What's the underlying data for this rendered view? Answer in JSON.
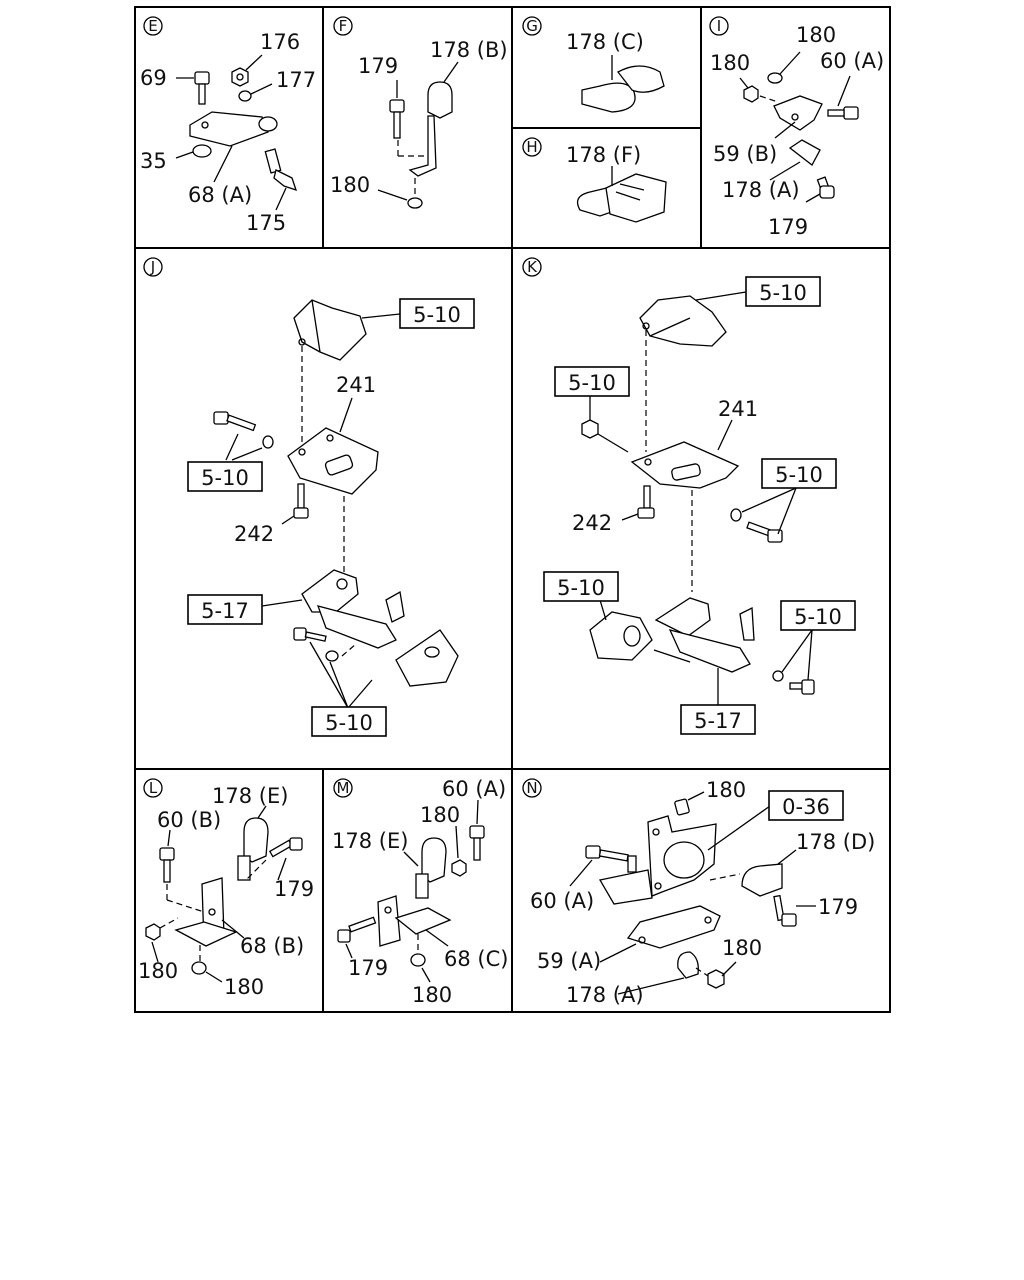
{
  "panels": {
    "E": {
      "letter": "E",
      "labels": {
        "l176": "176",
        "l69": "69",
        "l177": "177",
        "l35": "35",
        "l68a": "68 (A)",
        "l175": "175"
      }
    },
    "F": {
      "letter": "F",
      "labels": {
        "l179": "179",
        "l178b": "178 (B)",
        "l180": "180"
      }
    },
    "G": {
      "letter": "G",
      "labels": {
        "l178c": "178 (C)"
      }
    },
    "H": {
      "letter": "H",
      "labels": {
        "l178f": "178 (F)"
      }
    },
    "I": {
      "letter": "I",
      "labels": {
        "l180a": "180",
        "l180b": "180",
        "l60a": "60 (A)",
        "l59b": "59 (B)",
        "l178a": "178 (A)",
        "l179": "179"
      }
    },
    "J": {
      "letter": "J",
      "labels": {
        "l241": "241",
        "l242": "242"
      },
      "refs": {
        "r1": "5-10",
        "r2": "5-10",
        "r3": "5-17",
        "r4": "5-10"
      }
    },
    "K": {
      "letter": "K",
      "labels": {
        "l241": "241",
        "l242": "242"
      },
      "refs": {
        "r1": "5-10",
        "r2": "5-10",
        "r3": "5-10",
        "r4": "5-10",
        "r5": "5-10",
        "r6": "5-17"
      }
    },
    "L": {
      "letter": "L",
      "labels": {
        "l178e": "178 (E)",
        "l60b": "60 (B)",
        "l179": "179",
        "l68b": "68 (B)",
        "l180a": "180",
        "l180b": "180"
      }
    },
    "M": {
      "letter": "M",
      "labels": {
        "l60a": "60 (A)",
        "l180a": "180",
        "l178e": "178 (E)",
        "l179": "179",
        "l68c": "68 (C)",
        "l180b": "180"
      }
    },
    "N": {
      "letter": "N",
      "labels": {
        "l180a": "180",
        "l60a": "60 (A)",
        "l178d": "178 (D)",
        "l179": "179",
        "l59a": "59 (A)",
        "l180b": "180",
        "l178a": "178 (A)"
      },
      "refs": {
        "r1": "0-36"
      }
    }
  }
}
